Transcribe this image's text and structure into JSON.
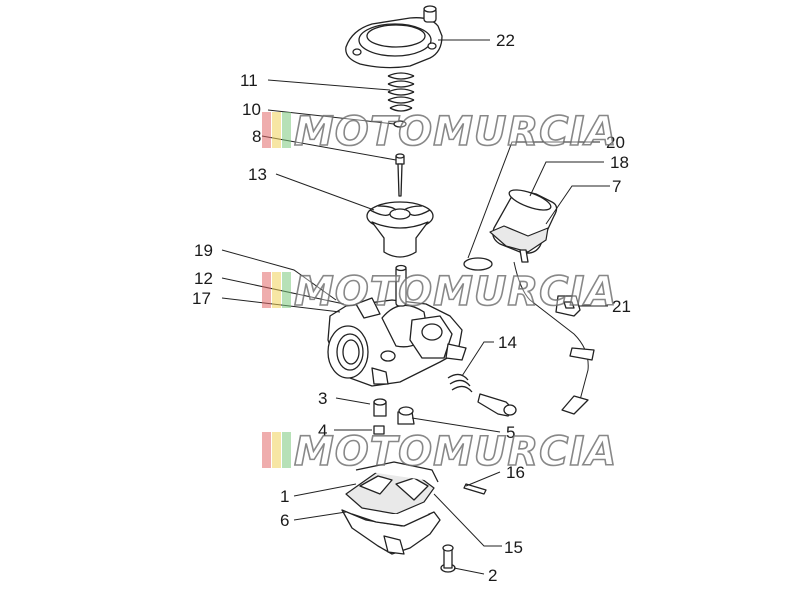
{
  "watermark": {
    "text": "MOTOMURCIA",
    "stripe_colors": [
      "#e26a6a",
      "#f0d25a",
      "#7cc97c"
    ]
  },
  "callouts": [
    {
      "num": "22"
    },
    {
      "num": "11"
    },
    {
      "num": "10"
    },
    {
      "num": "8"
    },
    {
      "num": "20"
    },
    {
      "num": "18"
    },
    {
      "num": "7"
    },
    {
      "num": "13"
    },
    {
      "num": "19"
    },
    {
      "num": "12"
    },
    {
      "num": "17"
    },
    {
      "num": "21"
    },
    {
      "num": "14"
    },
    {
      "num": "3"
    },
    {
      "num": "4"
    },
    {
      "num": "5"
    },
    {
      "num": "16"
    },
    {
      "num": "1"
    },
    {
      "num": "6"
    },
    {
      "num": "15"
    },
    {
      "num": "2"
    }
  ]
}
